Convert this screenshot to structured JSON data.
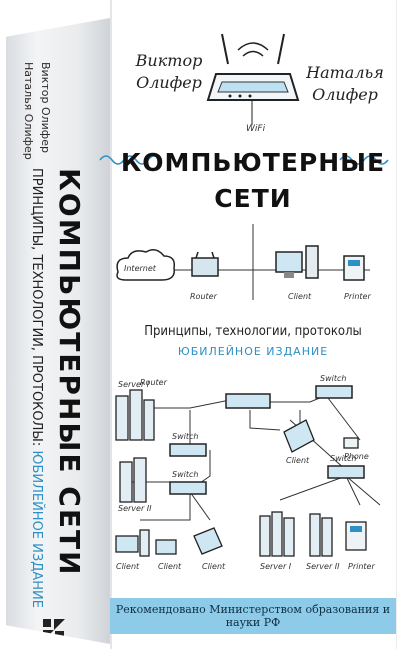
{
  "spine": {
    "author1": "Виктор Олифер",
    "author2": "Наталья Олифер",
    "title": "КОМПЬЮТЕРНЫЕ СЕТИ",
    "subtitle_main": "ПРИНЦИПЫ, ТЕХНОЛОГИИ, ПРОТОКОЛЫ: ",
    "subtitle_hl": "ЮБИЛЕЙНОЕ ИЗДАНИЕ",
    "logo_icon": "publisher-logo-icon"
  },
  "cover": {
    "author_left": [
      "Виктор",
      "Олифер"
    ],
    "author_right": [
      "Наталья",
      "Олифер"
    ],
    "wifi_label": "WiFi",
    "title_line1": "КОМПЬЮТЕРНЫЕ",
    "title_line2": "СЕТИ",
    "subtitle": "Принципы, технологии, протоколы",
    "jubilee": "ЮБИЛЕЙНОЕ ИЗДАНИЕ",
    "top_diagram": {
      "internet": "Internet",
      "router": "Router",
      "client": "Client",
      "printer": "Printer"
    },
    "big_diagram": {
      "router": "Router",
      "switch_right": "Switch",
      "switch_mid": "Switch",
      "switch_lower": "Switch",
      "switch_far": "Switch",
      "server1_top": "Server I",
      "server2_left": "Server II",
      "client_mid": "Client",
      "phone": "Phone",
      "client_bl": "Client",
      "client_b2": "Client",
      "client_b3": "Client",
      "server1_br": "Server I",
      "server2_br": "Server II",
      "printer_br": "Printer"
    },
    "bottom_bar": "Рекомендовано Министерством образования и науки РФ"
  },
  "colors": {
    "accent": "#2c8fc6",
    "bar": "#8ecbe8"
  }
}
